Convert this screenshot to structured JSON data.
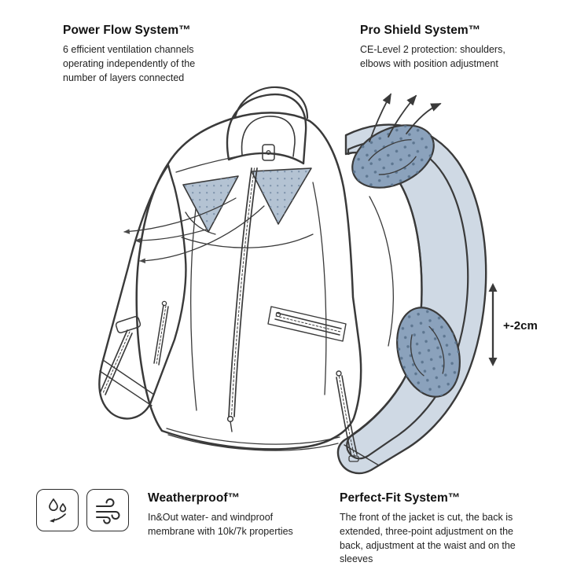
{
  "annotations": {
    "power_flow": {
      "title": "Power Flow System™",
      "body": "6 efficient ventilation channels operating independently of the number of layers connected"
    },
    "pro_shield": {
      "title": "Pro Shield System™",
      "body": "CE-Level 2 protection: shoulders, elbows with position adjustment"
    },
    "weatherproof": {
      "title": "Weatherproof™",
      "body": "In&Out water- and windproof membrane with 10k/7k properties"
    },
    "perfect_fit": {
      "title": "Perfect-Fit System™",
      "body": "The front of the jacket is cut, the back is extended, three-point adjustment on the back, adjustment at the waist and on the sleeves"
    },
    "adjustment": {
      "label": "+-2cm"
    }
  },
  "icons": {
    "waterproof": "waterproof-drops-icon",
    "windproof": "wind-icon"
  },
  "colors": {
    "background": "#ffffff",
    "line": "#3a3a3a",
    "pad_fill": "#8ba2bc",
    "pad_dot": "#5d7690",
    "vent_fill": "#b4c3d3",
    "outer_band": "#cfd9e4"
  }
}
